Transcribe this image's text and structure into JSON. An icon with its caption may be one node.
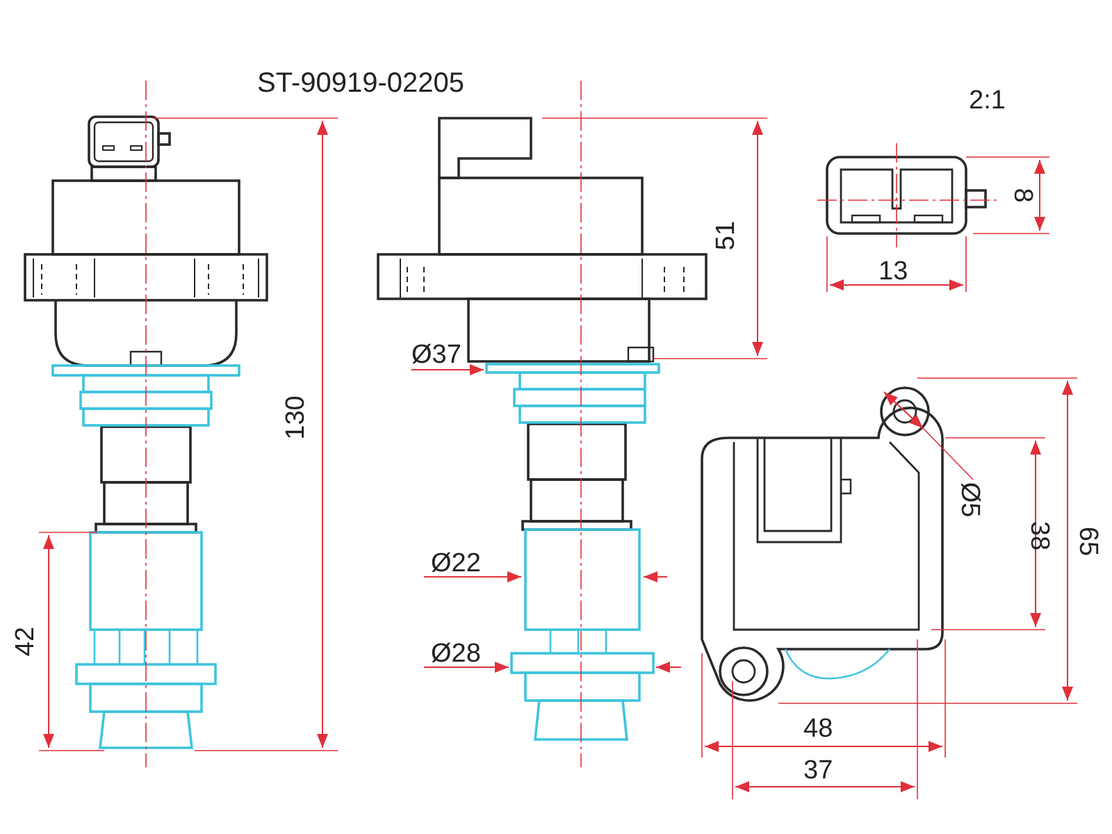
{
  "diagram": {
    "title": "ST-90919-02205",
    "labels": [
      "2:1",
      "51",
      "8",
      "13",
      "130",
      "Ø37",
      "Ø5",
      "38",
      "65",
      "42",
      "Ø22",
      "Ø28",
      "48",
      "37"
    ]
  }
}
